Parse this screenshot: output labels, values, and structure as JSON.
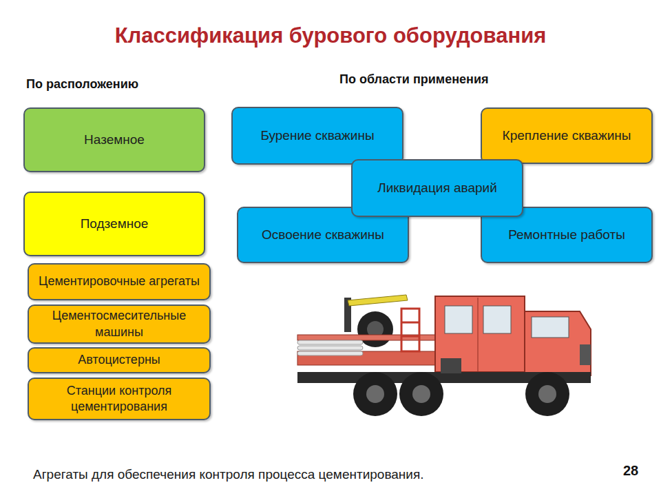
{
  "diagram": {
    "title": "Классификация бурового оборудования",
    "caption": "Агрегаты для обеспечения контроля процесса цементирования.",
    "nodes": [
      {
        "text": [
          "Наземное"
        ]
      },
      {
        "text": [
          "Подземное"
        ]
      },
      {
        "text": [
          "Цементировочные агрегаты"
        ]
      },
      {
        "text": [
          "Цементосмесительные машины"
        ]
      },
      {
        "text": [
          "Автоцистерны"
        ]
      },
      {
        "text": [
          "Станции контроля цементирования"
        ]
      },
      {
        "text": [
          "Бурение скважины"
        ]
      },
      {
        "text": [
          "Крепление скважины"
        ]
      },
      {
        "text": [
          "Ликвидация аварий"
        ]
      },
      {
        "text": [
          "Освоение скважины"
        ]
      },
      {
        "text": [
          "Ремонтные работы"
        ]
      }
    ],
    "labels": [
      "По расположению",
      "По области применения",
      "28"
    ]
  }
}
